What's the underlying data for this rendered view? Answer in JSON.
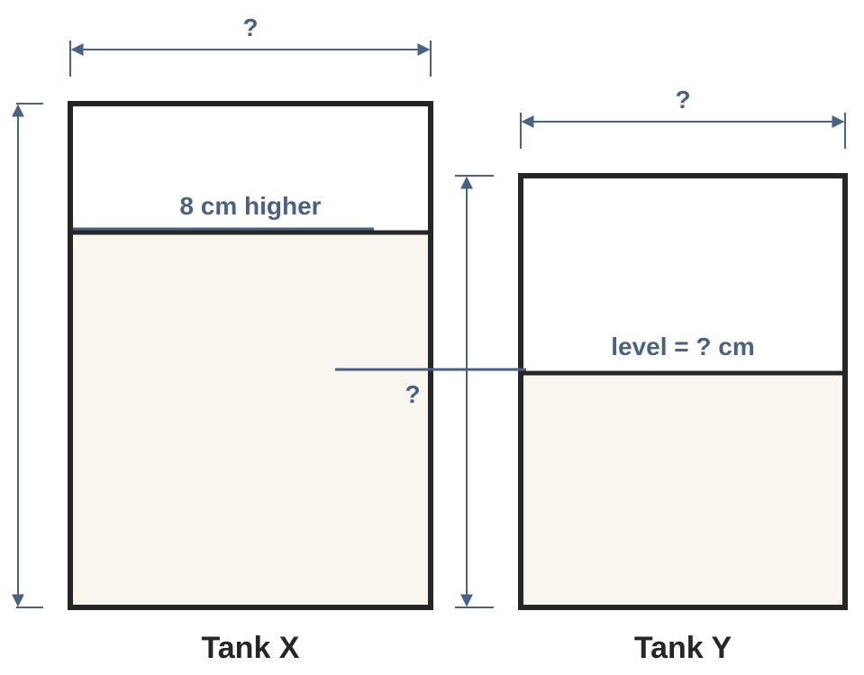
{
  "tank_x": {
    "name": "Tank X",
    "width_label": "?",
    "level_note": "8 cm higher"
  },
  "tank_y": {
    "name": "Tank Y",
    "width_label": "?",
    "level_label": "level = ? cm"
  },
  "height_label": "?",
  "colors": {
    "dimension": "#4a6282",
    "wall": "#262626",
    "water": "#f9f5ef"
  }
}
